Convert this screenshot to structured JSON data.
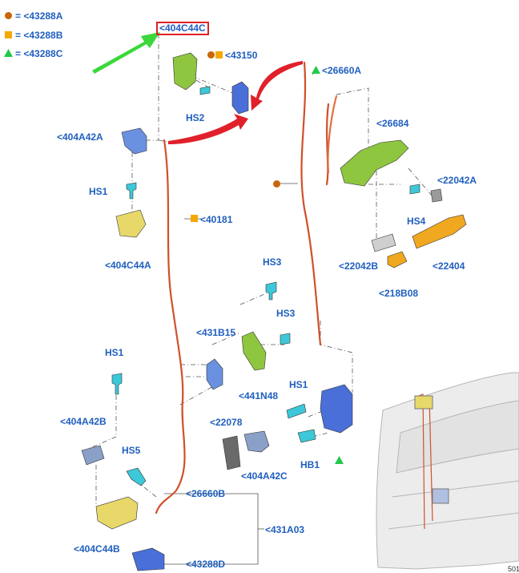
{
  "legend": [
    {
      "label": "= <43288A",
      "marker": "circle",
      "color": "#c8650a"
    },
    {
      "label": "= <43288B",
      "marker": "square",
      "color": "#f5a800"
    },
    {
      "label": "= <43288C",
      "marker": "triangle",
      "color": "#22c84a"
    }
  ],
  "callouts": {
    "c404C44C": "<404C44C",
    "c43150": "<43150",
    "c26660A": "<26660A",
    "hs2": "HS2",
    "c404A42A": "<404A42A",
    "c26684": "<26684",
    "hs1_top": "HS1",
    "c40181": "<40181",
    "c22042A": "<22042A",
    "hs4": "HS4",
    "c404C44A": "<404C44A",
    "c22042B": "<22042B",
    "c22404": "<22404",
    "hs3_a": "HS3",
    "c218B08": "<218B08",
    "hs3_b": "HS3",
    "c431B15": "<431B15",
    "hs1_mid": "HS1",
    "c441N48": "<441N48",
    "hs1_right": "HS1",
    "c404A42B": "<404A42B",
    "c22078": "<22078",
    "hs5": "HS5",
    "hb1": "HB1",
    "c404A42C": "<404A42C",
    "c26660B": "<26660B",
    "c431A03": "<431A03",
    "c404C44B": "<404C44B",
    "c43288D": "<43288D"
  },
  "figure_number": "501",
  "colors": {
    "label": "#1f5fbf",
    "highlight": "#e0202a",
    "arrow_red": "#e0202a",
    "arrow_green": "#3ad83a",
    "cable": "#d0502a",
    "part_green": "#8ec63f",
    "part_blue": "#4a6fd8",
    "part_yellow": "#e8d86a",
    "part_orange": "#f0a820",
    "part_cyan": "#3cc8d8",
    "part_grey": "#8a8a8a"
  }
}
